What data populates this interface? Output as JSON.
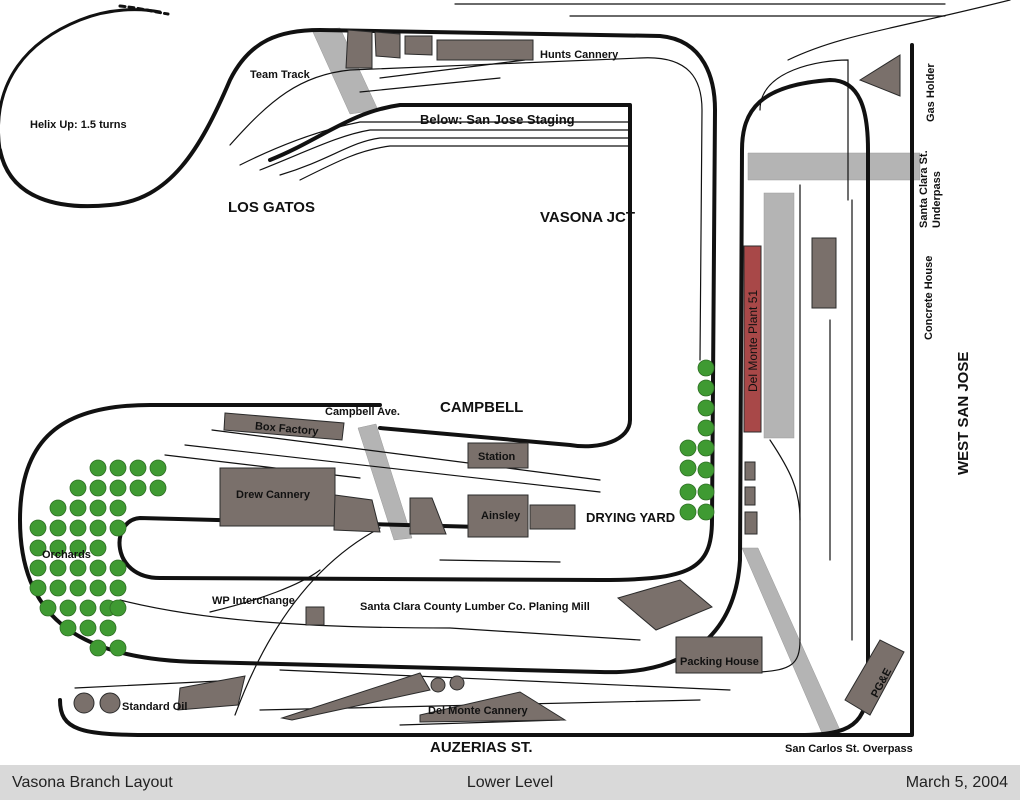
{
  "labels": {
    "helix": "Helix Up: 1.5 turns",
    "team_track": "Team Track",
    "hunts_cannery": "Hunts Cannery",
    "below_staging": "Below: San Jose Staging",
    "los_gatos": "LOS GATOS",
    "vasona_jct": "VASONA JCT",
    "gas_holder": "Gas Holder",
    "santa_clara_underpass_1": "Santa Clara St.",
    "santa_clara_underpass_2": "Underpass",
    "concrete_house": "Concrete House",
    "west_san_jose": "WEST SAN JOSE",
    "del_monte_51": "Del Monte Plant 51",
    "campbell_ave": "Campbell Ave.",
    "campbell": "CAMPBELL",
    "box_factory": "Box Factory",
    "station": "Station",
    "drew_cannery": "Drew Cannery",
    "ainsley": "Ainsley",
    "drying_yard": "DRYING YARD",
    "orchards": "Orchards",
    "wp_interchange": "WP Interchange",
    "lumber_mill": "Santa Clara County Lumber Co. Planing Mill",
    "packing_house": "Packing House",
    "pge": "PG&E",
    "standard_oil": "Standard Oil",
    "del_monte_cannery": "Del Monte Cannery",
    "auzerias": "AUZERIAS ST.",
    "san_carlos": "San Carlos St. Overpass"
  },
  "footer": {
    "left": "Vasona Branch Layout",
    "center": "Lower Level",
    "right": "March 5, 2004"
  },
  "colors": {
    "building": "#7a706b",
    "road": "#b4b4b4",
    "del_monte_plant": "#a84848",
    "tree": "#3f9a32",
    "track": "#111111",
    "footer_bg": "#d9d9d9"
  }
}
